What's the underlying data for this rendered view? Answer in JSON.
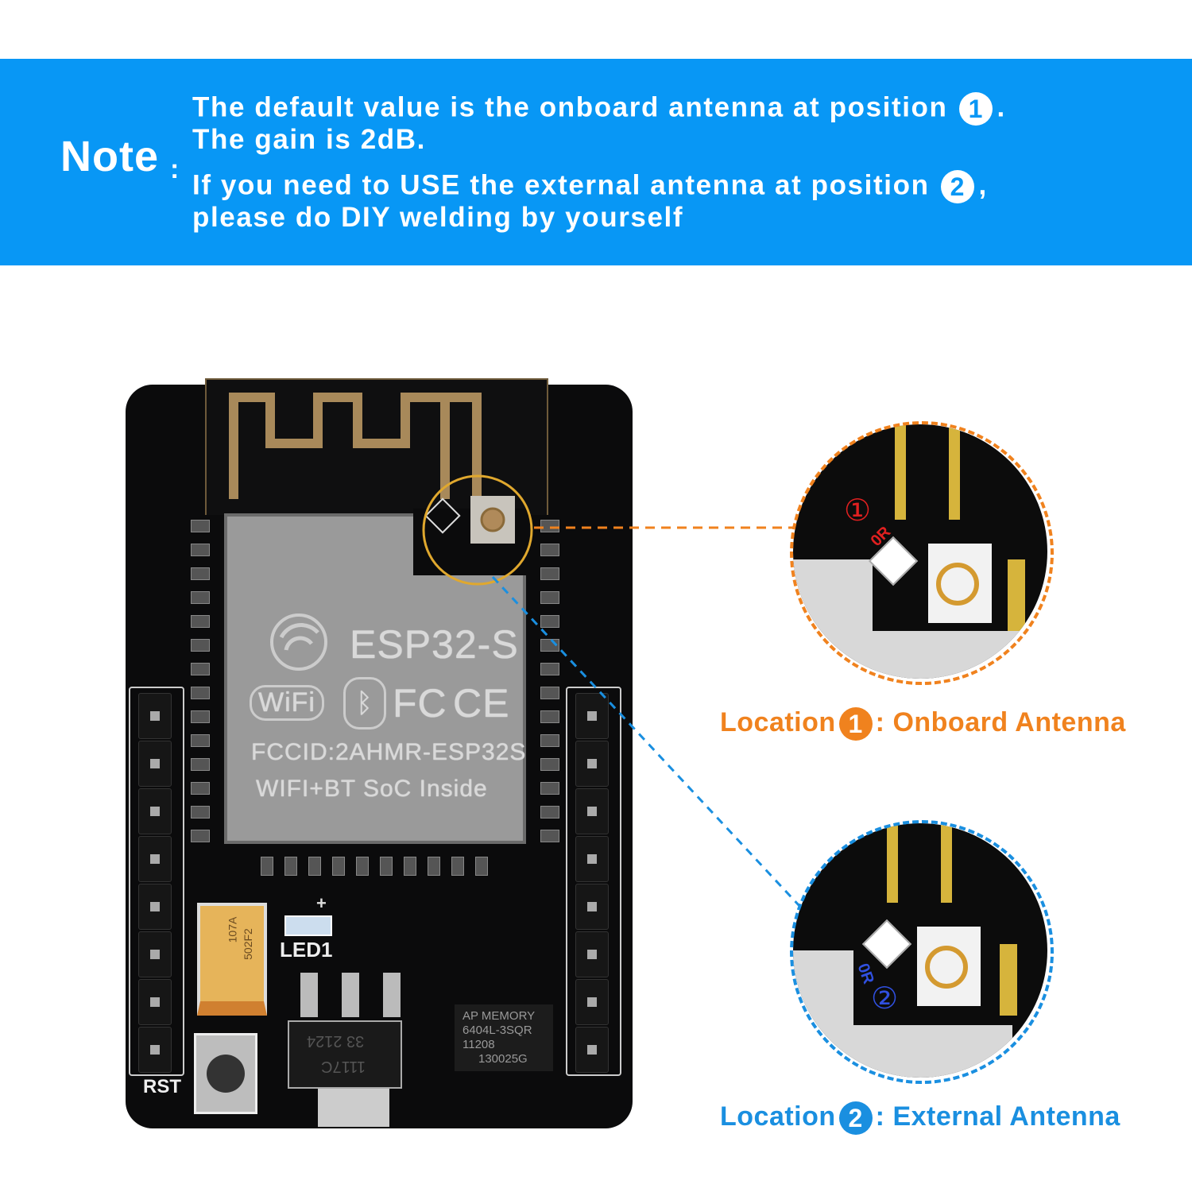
{
  "banner": {
    "note_word": "Note",
    "colon": ":",
    "line1": "The default value is the onboard antenna at position",
    "line1_marker": "1",
    "line1_end": ".",
    "line2": "The gain is 2dB.",
    "line3": "If you need to USE the external antenna at position",
    "line3_marker": "2",
    "line3_end": ",",
    "line4": "please do DIY welding by yourself",
    "bg_color": "#0897f5"
  },
  "board": {
    "module_title": "ESP32-S",
    "wifi_logo": "WiFi",
    "fcc_logo": "FC",
    "ce_logo": "CE",
    "fccid": "FCCID:2AHMR-ESP32S",
    "soc_text": "WIFI+BT SoC Inside",
    "led_label": "LED1",
    "led_plus": "+",
    "reset_label": "RST",
    "capacitor_text_1": "107A",
    "capacitor_text_2": "502F2",
    "regulator_text_1": "33 2124",
    "regulator_text_2": "1117C",
    "memory_text_1": "AP MEMORY",
    "memory_text_2": "6404L-3SQR",
    "memory_text_3": "11208",
    "memory_text_4": "130025G"
  },
  "callouts": [
    {
      "marker": "1",
      "inner_marker": "①",
      "inner_text": "0R",
      "label_prefix": "Location",
      "label_suffix": ": Onboard Antenna",
      "color": "#f0821e",
      "inner_color": "#e02020"
    },
    {
      "marker": "2",
      "inner_marker": "②",
      "inner_text": "0R",
      "label_prefix": "Location",
      "label_suffix": ": External Antenna",
      "color": "#1a8fe0",
      "inner_color": "#3050e0"
    }
  ]
}
